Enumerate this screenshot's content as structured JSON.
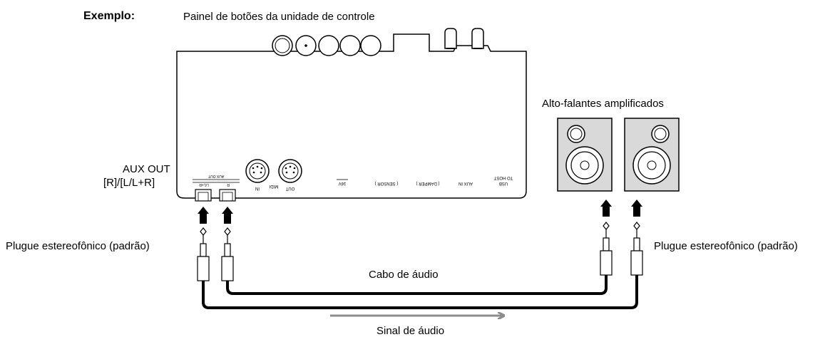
{
  "example_label": "Exemplo:",
  "control_panel_label": "Painel de botões da unidade de controle",
  "speakers_label": "Alto-falantes amplificados",
  "aux_out_label_line1": "AUX OUT",
  "aux_out_label_line2": "[R]/[L/L+R]",
  "plug_label_left": "Plugue estereofônico (padrão)",
  "plug_label_right": "Plugue estereofônico (padrão)",
  "cable_label": "Cabo de áudio",
  "signal_label": "Sinal de áudio",
  "panel_port_labels": {
    "aux_l": "L/L+R",
    "aux_r": "R",
    "aux_out": "AUX OUT",
    "midi": "MIDI",
    "midi_in": "IN",
    "midi_out": "OUT",
    "dc_in": "16V",
    "sensor": "( SENSOR )",
    "damper": "( DAMPER )",
    "aux_in": "AUX IN",
    "usb": "USB",
    "to_host": "TO HOST"
  },
  "colors": {
    "cable": "#000000",
    "signal_arrow": "#8c8c8c",
    "speaker_fill": "#d9d9d9",
    "panel_fill": "#ffffff"
  }
}
